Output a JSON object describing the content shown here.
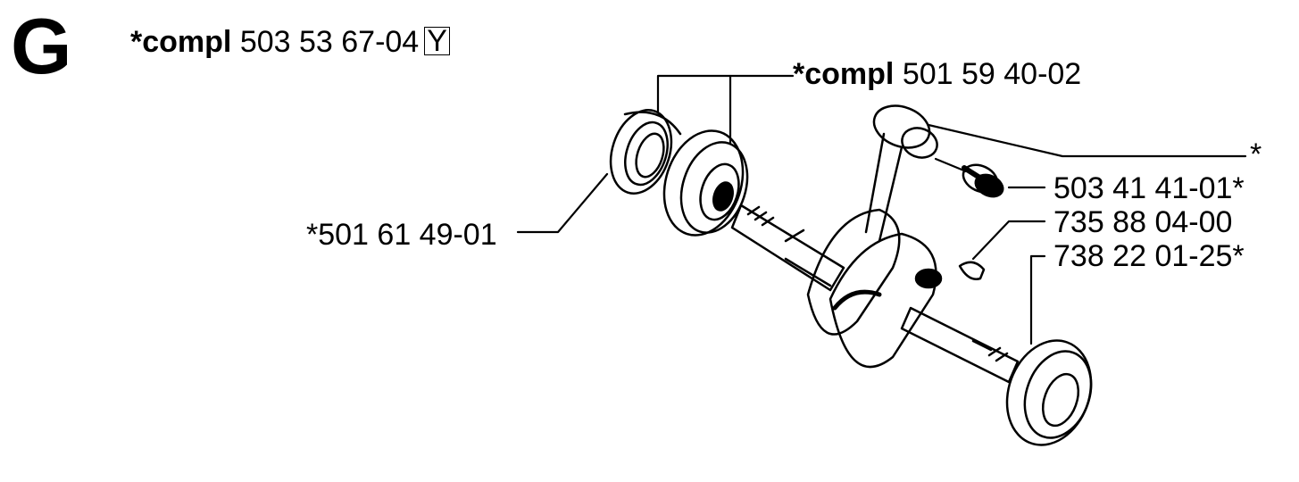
{
  "section_letter": "G",
  "header": {
    "prefix": "*compl",
    "number": "503 53 67-04",
    "boxed_code": "Y"
  },
  "callouts": {
    "bearing_kit": {
      "prefix": "*compl",
      "number": "501 59 40-02"
    },
    "conrod": "*",
    "needle_bearing": "503 41 41-01*",
    "seal": "*501 61 49-01",
    "key": "735 88 04-00",
    "bearing_right": "738 22 01-25*"
  }
}
